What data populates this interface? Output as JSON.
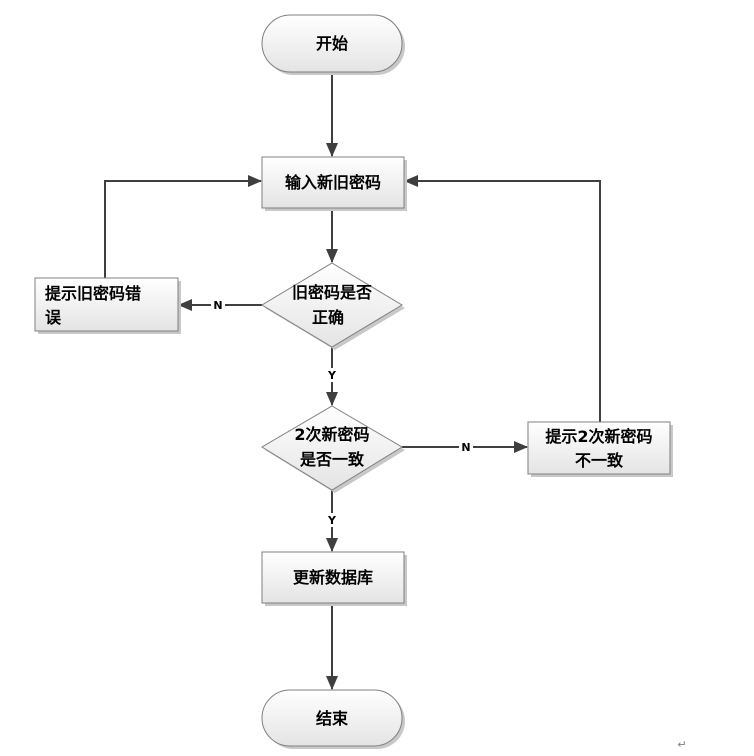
{
  "nodes": {
    "start": {
      "label": "开始"
    },
    "input": {
      "label": "输入新旧密码"
    },
    "check_old": {
      "lines": [
        "旧密码是否",
        "正确"
      ]
    },
    "old_error": {
      "lines": [
        "提示旧密码错",
        "误"
      ]
    },
    "check_new": {
      "lines": [
        "2次新密码",
        "是否一致"
      ]
    },
    "new_error": {
      "lines": [
        "提示2次新密码",
        "不一致"
      ]
    },
    "update": {
      "label": "更新数据库"
    },
    "end": {
      "label": "结束"
    }
  },
  "edges": {
    "check_old_no": "N",
    "check_old_yes": "Y",
    "check_new_no": "N",
    "check_new_yes": "Y"
  },
  "marks": {
    "paragraph_mark": "↵"
  },
  "colors": {
    "node_stroke": "#7f7f7f",
    "node_fill_top": "#ffffff",
    "node_fill_bottom": "#e4e4e4",
    "shadow": "#c8c8c8",
    "connector": "#3f3f3f",
    "text": "#000000"
  }
}
